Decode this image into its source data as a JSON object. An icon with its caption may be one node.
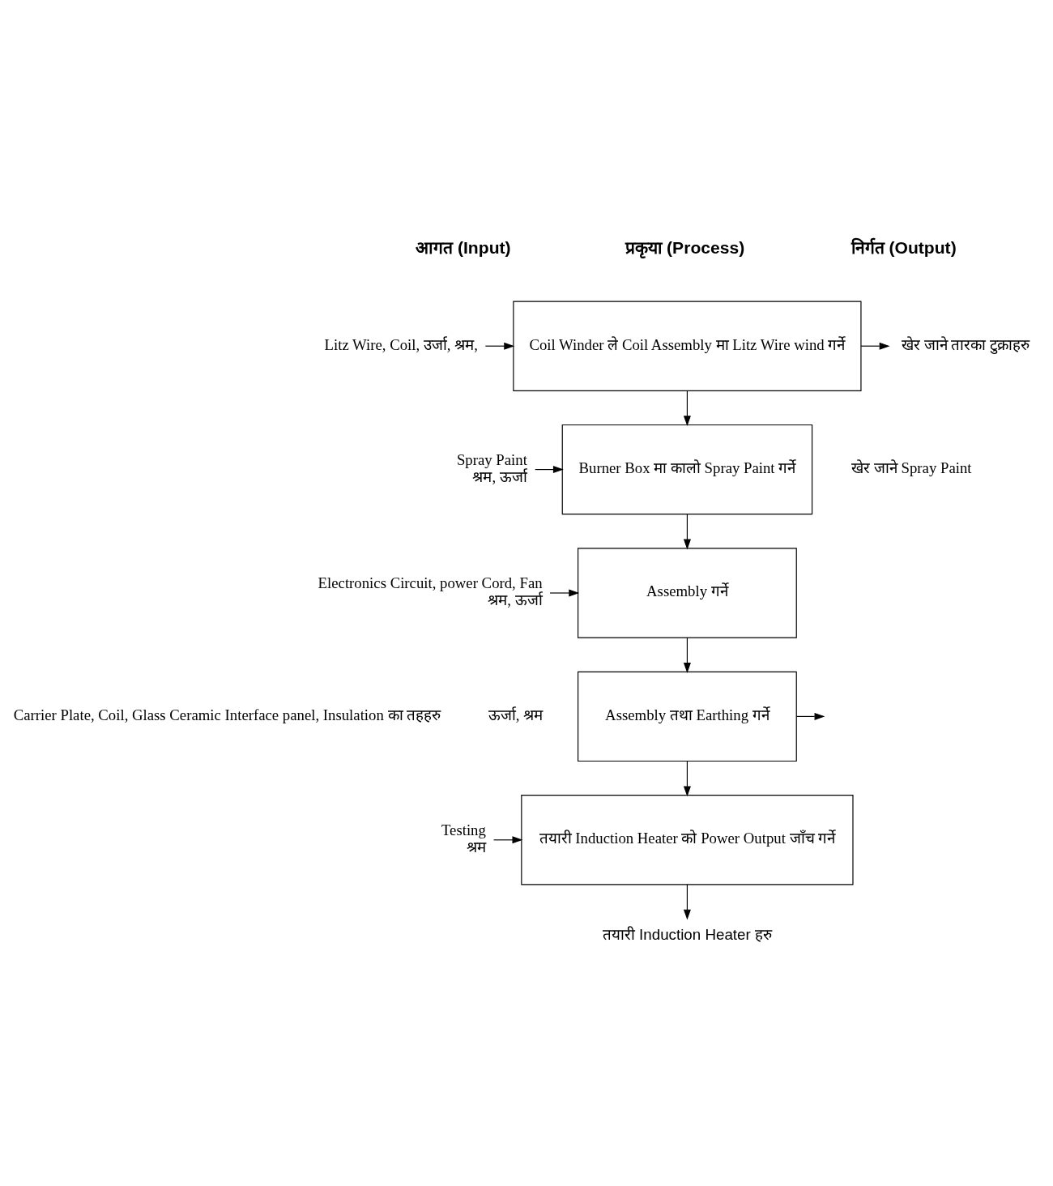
{
  "diagram": {
    "nodes": [
      {
        "text": [
          "Litz Wire, Coil, उर्जा, श्रम,"
        ]
      },
      {
        "text": [
          "Coil Winder ले Coil Assembly मा Litz Wire wind गर्ने"
        ]
      },
      {
        "text": [
          "खेर जाने तारका टुक्राहरु"
        ]
      },
      {
        "text": [
          "Spray Paint",
          "श्रम, ऊर्जा"
        ]
      },
      {
        "text": [
          "Burner Box मा कालो Spray Paint गर्ने"
        ]
      },
      {
        "text": [
          "Electronics Circuit, power Cord, Fan",
          "श्रम, ऊर्जा"
        ]
      },
      {
        "text": [
          "Assembly गर्ने"
        ]
      },
      {
        "text": [
          "Assembly तथा Earthing गर्ने"
        ]
      },
      {
        "text": [
          "Testing",
          "श्रम"
        ]
      },
      {
        "text": [
          "तयारी Induction Heater को Power Output जाँच गर्ने"
        ]
      },
      {
        "text": [
          "तयारी Induction Heater हरु"
        ]
      }
    ],
    "edges": [
      {
        "from": 0,
        "to": 1,
        "arrow": "to"
      },
      {
        "from": 1,
        "to": 2,
        "arrow": "to"
      },
      {
        "from": 1,
        "to": 4,
        "arrow": "to"
      },
      {
        "from": 3,
        "to": 4,
        "arrow": "to"
      },
      {
        "from": 4,
        "to": 6,
        "arrow": "to"
      },
      {
        "from": 5,
        "to": 6,
        "arrow": "to"
      },
      {
        "from": 6,
        "to": 7,
        "arrow": "to"
      },
      {
        "from": 7,
        "to": null,
        "arrow": "to"
      },
      {
        "from": 7,
        "to": 9,
        "arrow": "to"
      },
      {
        "from": 8,
        "to": 9,
        "arrow": "to"
      },
      {
        "from": 9,
        "to": 10,
        "arrow": "to"
      }
    ],
    "labels": [
      "आगत (Input)",
      "प्रकृया (Process)",
      "निर्गत (Output)",
      "खेर जाने Spray Paint",
      "Carrier Plate, Coil, Glass Ceramic Interface panel, Insulation का तहहरु",
      "ऊर्जा, श्रम"
    ]
  }
}
